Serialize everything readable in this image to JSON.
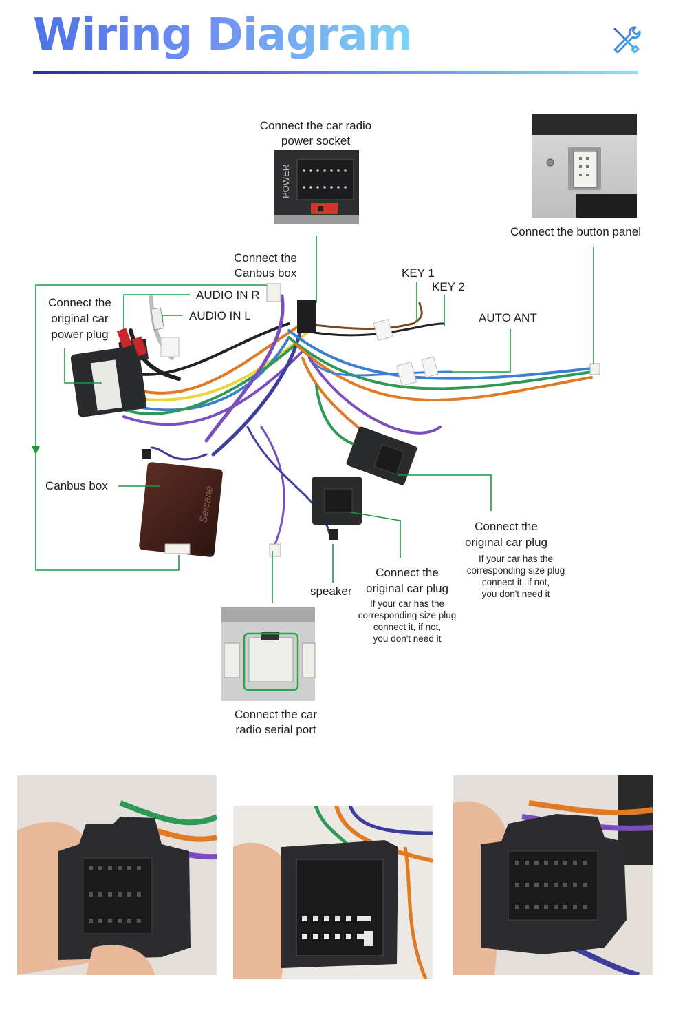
{
  "header": {
    "title": "Wiring Diagram",
    "icon": "tools-icon",
    "accent": "#5b7ef0"
  },
  "labels": {
    "power_socket": [
      "Connect the car radio",
      "power socket"
    ],
    "button_panel": "Connect the button panel",
    "canbus_box_conn": [
      "Connect the",
      "Canbus box"
    ],
    "audio_r": "AUDIO IN R",
    "audio_l": "AUDIO IN L",
    "orig_power_plug": [
      "Connect the",
      "original car",
      "power plug"
    ],
    "key1": "KEY 1",
    "key2": "KEY 2",
    "auto_ant": "AUTO ANT",
    "canbus_box": "Canbus box",
    "orig_plug_right": [
      "Connect the",
      "original car plug"
    ],
    "orig_plug_right_note": [
      "If your car has the",
      "corresponding size plug",
      "connect it, if not,",
      "you don't need it"
    ],
    "orig_plug_mid": [
      "Connect the",
      "original car plug"
    ],
    "orig_plug_mid_note": [
      "If your car has the",
      "corresponding size plug",
      "connect it, if not,",
      "you don't need it"
    ],
    "speaker": "speaker",
    "serial_port": [
      "Connect the car",
      "radio serial port"
    ]
  },
  "product_marks": {
    "power_text": "POWER",
    "brand": "Seicane"
  },
  "colors": {
    "leader_line": "#1b9a3b",
    "connector_dark": "#2a2b2d",
    "canbus_box": "#4a2620"
  },
  "photos": [
    "connector-photo-left",
    "connector-photo-center",
    "connector-photo-right"
  ]
}
